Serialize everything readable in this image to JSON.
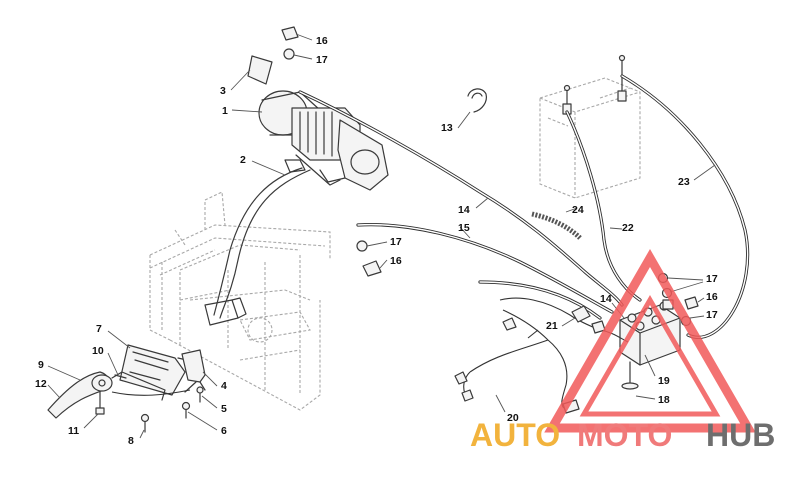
{
  "callouts": [
    {
      "id": "c1",
      "label": "1"
    },
    {
      "id": "c2",
      "label": "2"
    },
    {
      "id": "c3",
      "label": "3"
    },
    {
      "id": "c4",
      "label": "4"
    },
    {
      "id": "c5",
      "label": "5"
    },
    {
      "id": "c6",
      "label": "6"
    },
    {
      "id": "c7",
      "label": "7"
    },
    {
      "id": "c8",
      "label": "8"
    },
    {
      "id": "c9",
      "label": "9"
    },
    {
      "id": "c10",
      "label": "10"
    },
    {
      "id": "c11",
      "label": "11"
    },
    {
      "id": "c12",
      "label": "12"
    },
    {
      "id": "c13",
      "label": "13"
    },
    {
      "id": "c14a",
      "label": "14"
    },
    {
      "id": "c14b",
      "label": "14"
    },
    {
      "id": "c15",
      "label": "15"
    },
    {
      "id": "c16a",
      "label": "16"
    },
    {
      "id": "c16b",
      "label": "16"
    },
    {
      "id": "c16c",
      "label": "16"
    },
    {
      "id": "c17a",
      "label": "17"
    },
    {
      "id": "c17b",
      "label": "17"
    },
    {
      "id": "c17c",
      "label": "17"
    },
    {
      "id": "c17d",
      "label": "17"
    },
    {
      "id": "c18",
      "label": "18"
    },
    {
      "id": "c19",
      "label": "19"
    },
    {
      "id": "c20",
      "label": "20"
    },
    {
      "id": "c21",
      "label": "21"
    },
    {
      "id": "c22",
      "label": "22"
    },
    {
      "id": "c23",
      "label": "23"
    },
    {
      "id": "c24",
      "label": "24"
    }
  ],
  "watermark": {
    "auto": "AUTO",
    "moto": "MOTO",
    "hub": "HUB",
    "colors": {
      "auto": "#f2b33d",
      "moto": "#f07a7a",
      "hub": "#6e6e6e",
      "triangle": "#f25a5a"
    }
  }
}
